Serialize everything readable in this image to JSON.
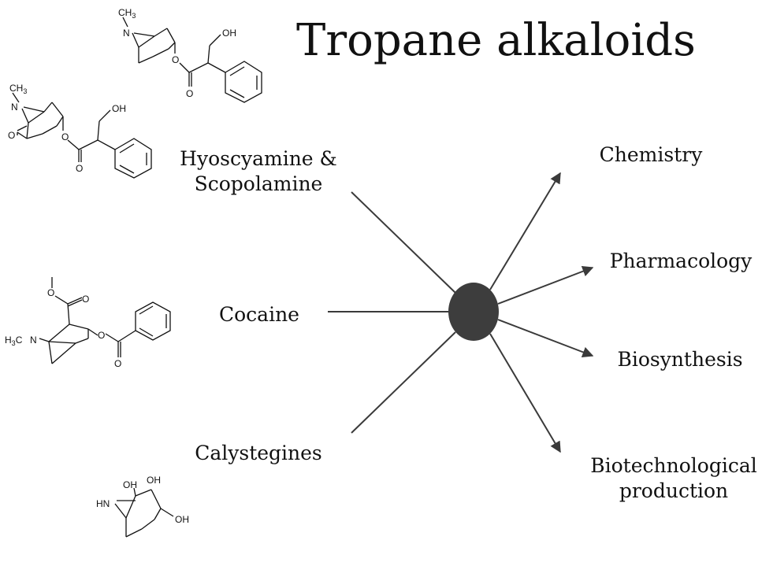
{
  "title": "Tropane alkaloids",
  "sources": {
    "hyoscyamine_scopolamine": [
      "Hyoscyamine &",
      "Scopolamine"
    ],
    "cocaine": "Cocaine",
    "calystegines": "Calystegines"
  },
  "targets": {
    "chemistry": "Chemistry",
    "pharmacology": "Pharmacology",
    "biosynthesis": "Biosynthesis",
    "biotechnological_production": [
      "Biotechnological",
      "production"
    ]
  },
  "structure_labels": {
    "hyoscyamine": {
      "nme": "N",
      "me": "CH",
      "me_sub": "3",
      "oh": "OH",
      "o_ester": "O",
      "o_carbonyl": "O"
    },
    "scopolamine": {
      "nme": "N",
      "me": "CH",
      "me_sub": "3",
      "oh": "OH",
      "o_epoxide": "O",
      "o_ester": "O",
      "o_carbonyl": "O"
    },
    "cocaine": {
      "n": "N",
      "h3c": "H",
      "h3c_sub": "3",
      "h3c_end": "C",
      "o_methoxy": "O",
      "o_carbonyl1": "O",
      "o_ester": "O",
      "o_carbonyl2": "O"
    },
    "calystegine": {
      "hn": "HN",
      "oh1": "OH",
      "oh2": "OH",
      "oh3": "OH"
    }
  },
  "colors": {
    "hub": "#3d3d3d",
    "line": "#3a3a3a",
    "text": "#111111"
  }
}
